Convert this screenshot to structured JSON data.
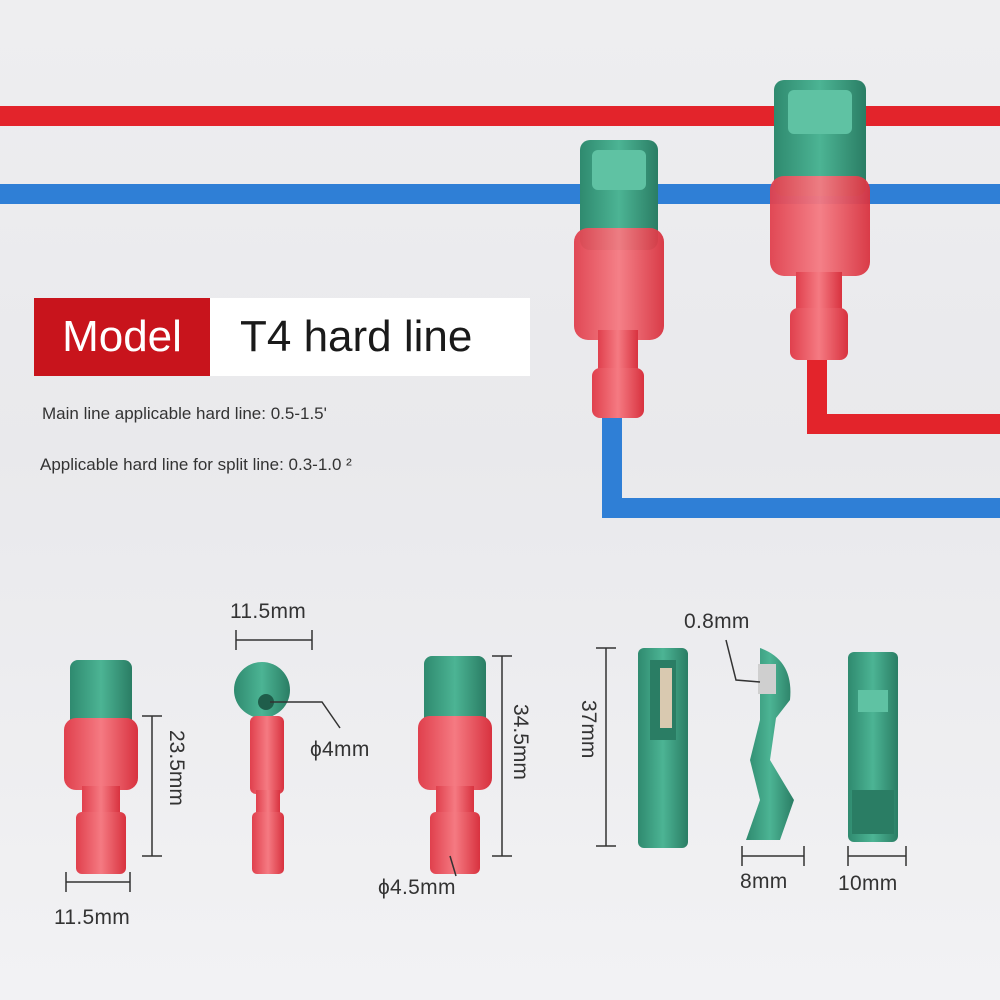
{
  "header": {
    "model_label": "Model",
    "model_value": "T4 hard line"
  },
  "specs": {
    "main_line": "Main line applicable hard line: 0.5-1.5'",
    "split_line": "Applicable hard line for split line: 0.3-1.0 ²"
  },
  "dimensions": {
    "front_width": "11.5mm",
    "front_height": "23.5mm",
    "side_width": "11.5mm",
    "side_hole": "ϕ4mm",
    "total_height": "34.5mm",
    "pin_diameter": "ϕ4.5mm",
    "body_length": "37mm",
    "blade_thickness": "0.8mm",
    "blade_width": "8mm",
    "cap_width": "10mm"
  },
  "colors": {
    "red_wire": "#e3242b",
    "blue_wire": "#2f7fd6",
    "connector_green": "#3aa083",
    "connector_red": "#ea4e5a",
    "badge_red": "#c8141c"
  }
}
